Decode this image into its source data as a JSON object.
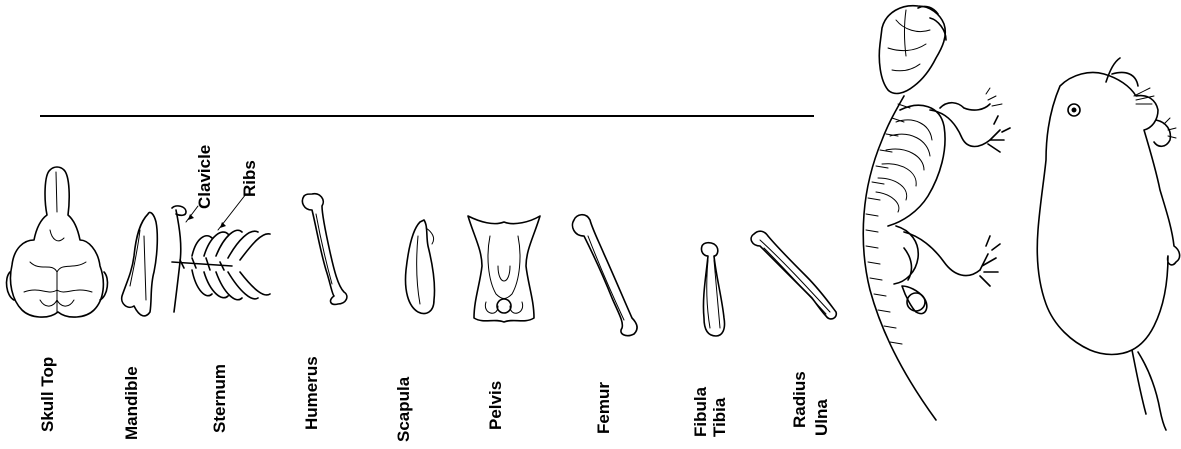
{
  "bone_labels": {
    "skull_top": "Skull Top",
    "mandible": "Mandible",
    "sternum": "Sternum",
    "humerus": "Humerus",
    "scapula": "Scapula",
    "pelvis": "Pelvis",
    "femur": "Femur",
    "fibula": "Fibula",
    "tibia": "Tibia",
    "radius": "Radius",
    "ulna": "Ulna"
  },
  "callouts": {
    "clavicle": "Clavicle",
    "ribs": "Ribs"
  }
}
